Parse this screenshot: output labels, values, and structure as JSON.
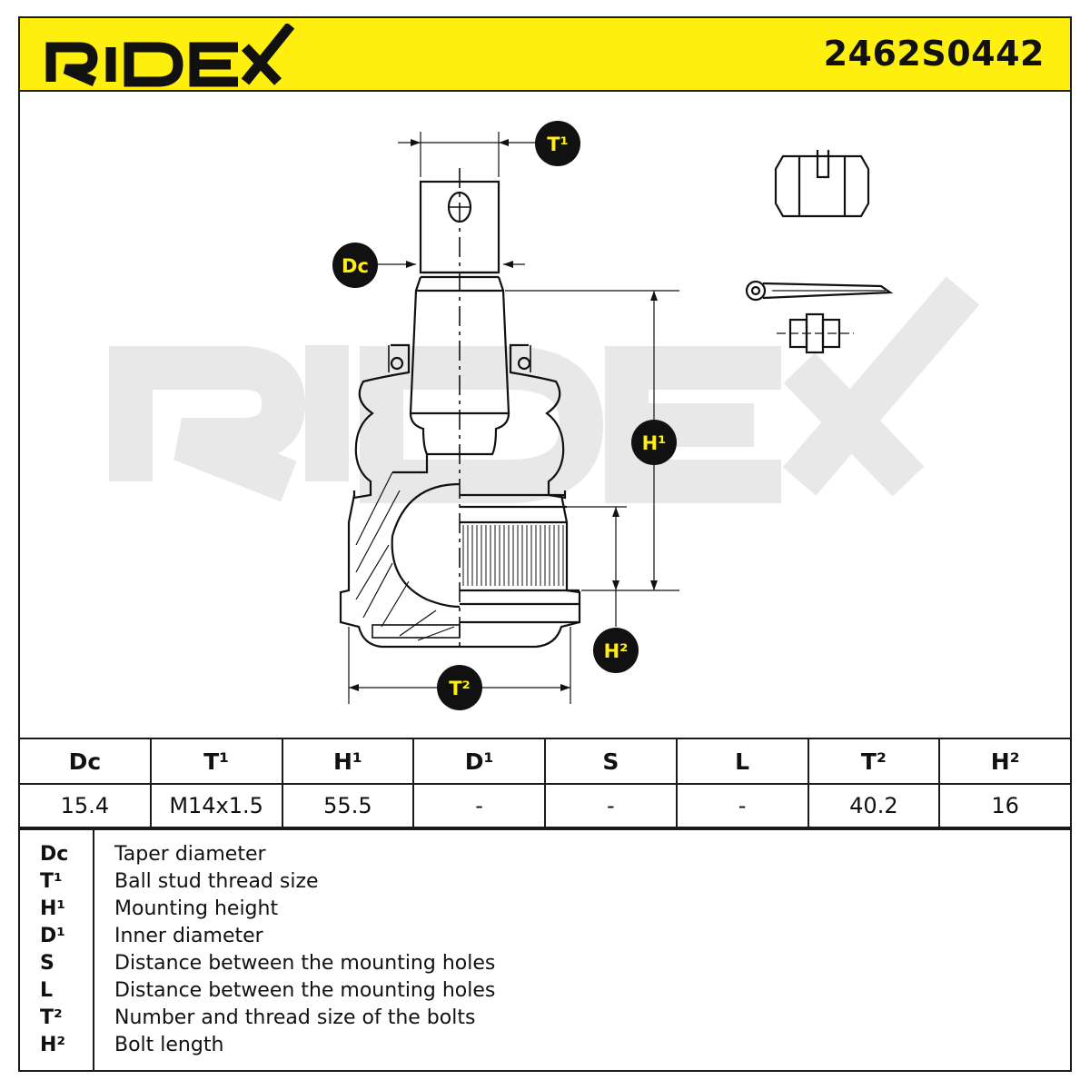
{
  "brand": "RIDEX",
  "part_number": "2462S0442",
  "drawing": {
    "callouts": {
      "t1": "T¹",
      "dc": "Dc",
      "h1": "H¹",
      "h2": "H²",
      "t2": "T²"
    },
    "watermark": "RIDEX"
  },
  "table": {
    "headers": [
      "Dc",
      "T¹",
      "H¹",
      "D¹",
      "S",
      "L",
      "T²",
      "H²"
    ],
    "values": [
      "15.4",
      "M14x1.5",
      "55.5",
      "-",
      "-",
      "-",
      "40.2",
      "16"
    ]
  },
  "legend": [
    {
      "code": "Dc",
      "desc": "Taper diameter"
    },
    {
      "code": "T¹",
      "desc": "Ball stud thread size"
    },
    {
      "code": "H¹",
      "desc": "Mounting height"
    },
    {
      "code": "D¹",
      "desc": "Inner diameter"
    },
    {
      "code": "S",
      "desc": "Distance between the mounting holes"
    },
    {
      "code": "L",
      "desc": "Distance between the mounting holes"
    },
    {
      "code": "T²",
      "desc": "Number and thread size of the bolts"
    },
    {
      "code": "H²",
      "desc": "Bolt length"
    }
  ],
  "colors": {
    "header_bg": "#ffef0f",
    "callout_bg": "#111111",
    "callout_text": "#ffef0f",
    "watermark": "#e6e6e6"
  }
}
